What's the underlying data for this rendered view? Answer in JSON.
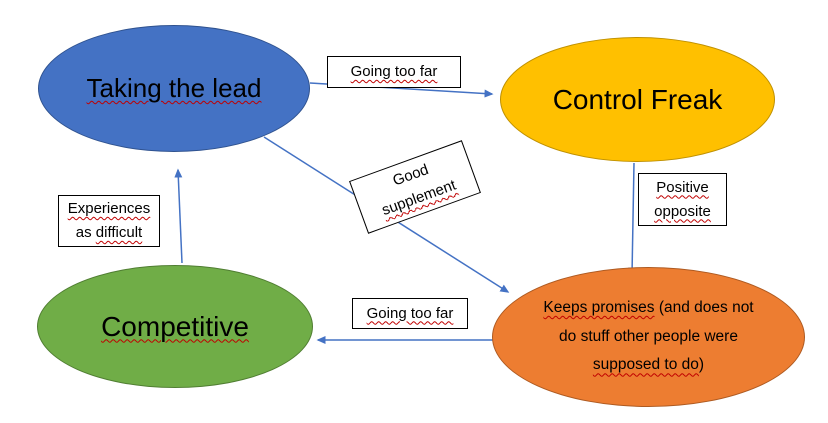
{
  "diagram": {
    "colors": {
      "node_blue": "#4472C4",
      "node_blue_border": "#2F528F",
      "node_yellow": "#FFC000",
      "node_yellow_border": "#BF9000",
      "node_green": "#70AD47",
      "node_green_border": "#507E32",
      "node_orange": "#ED7D31",
      "node_orange_border": "#AE5A21",
      "arrow": "#4472C4",
      "spellcheck_squiggle": "#C00000",
      "label_background": "#FFFFFF",
      "label_border": "#000000"
    },
    "nodes": {
      "taking_the_lead": {
        "label": "Taking the lead"
      },
      "control_freak": {
        "label": "Control Freak"
      },
      "competitive": {
        "label": "Competitive"
      },
      "keeps_promises": {
        "line1_flagged": "Keeps promises",
        "line1_rest": " (and does not",
        "line2": "do stuff other people were",
        "line3_flagged": "supposed to do",
        "line3_rest": ")"
      }
    },
    "edge_labels": {
      "going_too_far_top": "Going too far",
      "good_supplement": {
        "line1": "Good",
        "line2": "supplement"
      },
      "positive_opposite": {
        "line1": "Positive",
        "line2": "opposite"
      },
      "going_too_far_bottom": "Going too far",
      "experiences_as_difficult": {
        "line1": "Experiences",
        "line2_plain": "as ",
        "line2_flagged": "difficult"
      }
    }
  }
}
